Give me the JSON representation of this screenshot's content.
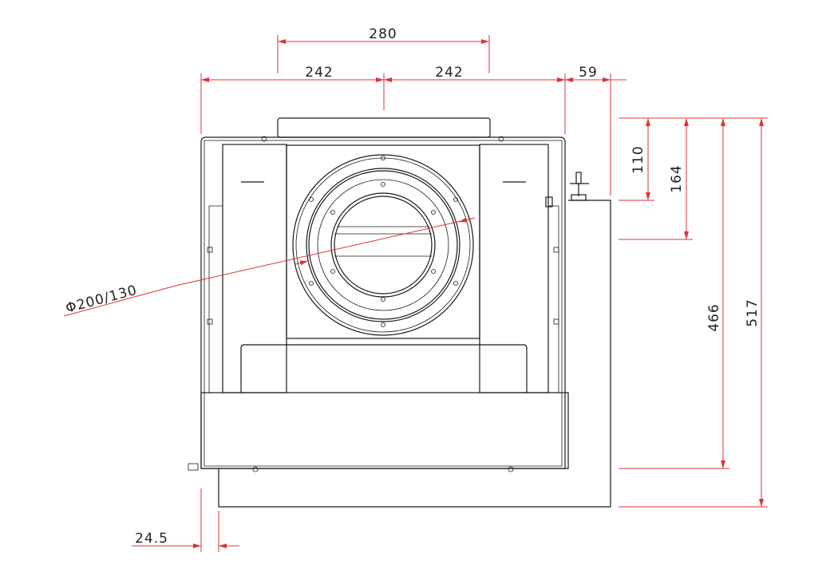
{
  "drawing": {
    "dimensions": {
      "top_flange_width": "280",
      "left_half_width": "242",
      "right_half_width": "242",
      "side_offset": "59",
      "height_110": "110",
      "height_164": "164",
      "height_466": "466",
      "height_517": "517",
      "bottom_offset": "24.5",
      "duct_diameter": "Φ200/130"
    },
    "colors": {
      "dimension": "#e0303a",
      "outline": "#1a1a1a"
    }
  }
}
